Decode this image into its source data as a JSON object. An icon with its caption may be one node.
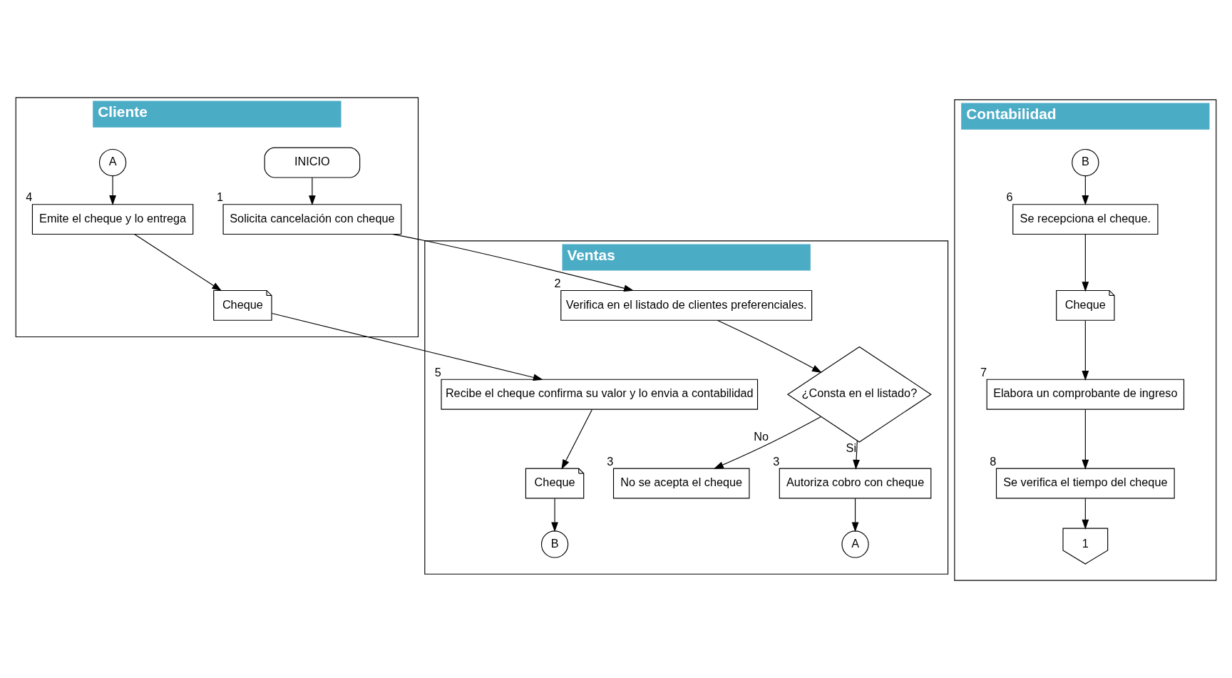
{
  "diagram": {
    "nodes": [
      {
        "text": [
          "Cliente"
        ]
      },
      {
        "text": [
          "Ventas"
        ]
      },
      {
        "text": [
          "Contabilidad"
        ]
      },
      {
        "text": [
          "INICIO"
        ],
        "in": 0
      },
      {
        "text": [
          "Solicita cancelación con cheque"
        ],
        "in": 0,
        "beside": [
          "1"
        ]
      },
      {
        "text": [
          "A"
        ],
        "in": 0
      },
      {
        "text": [
          "Emite el cheque y lo entrega"
        ],
        "in": 0,
        "beside": [
          "4"
        ]
      },
      {
        "text": [
          "Cheque"
        ],
        "in": 0
      },
      {
        "text": [
          "Verifica en el listado de clientes preferenciales."
        ],
        "in": 1,
        "beside": [
          "2"
        ]
      },
      {
        "text": [
          "¿Consta en el listado?"
        ],
        "in": 1
      },
      {
        "text": [
          "No se acepta el cheque"
        ],
        "in": 1,
        "beside": [
          "3"
        ]
      },
      {
        "text": [
          "Autoriza cobro con cheque"
        ],
        "in": 1,
        "beside": [
          "3"
        ]
      },
      {
        "text": [
          "A"
        ],
        "in": 1
      },
      {
        "text": [
          "Recibe el cheque confirma su valor y lo envia a contabilidad"
        ],
        "in": 1,
        "beside": [
          "5"
        ]
      },
      {
        "text": [
          "Cheque"
        ],
        "in": 1
      },
      {
        "text": [
          "B"
        ],
        "in": 1
      },
      {
        "text": [
          "B"
        ],
        "in": 2
      },
      {
        "text": [
          "Se recepciona el cheque."
        ],
        "in": 2,
        "beside": [
          "6"
        ]
      },
      {
        "text": [
          "Cheque"
        ],
        "in": 2
      },
      {
        "text": [
          "Elabora un comprobante de ingreso"
        ],
        "in": 2,
        "beside": [
          "7"
        ]
      },
      {
        "text": [
          "Se verifica el tiempo del cheque"
        ],
        "in": 2,
        "beside": [
          "8"
        ]
      },
      {
        "text": [
          "1"
        ],
        "in": 2
      }
    ],
    "edges": [
      {
        "from": 3,
        "to": 4,
        "arrow": "to"
      },
      {
        "from": 4,
        "to": 8,
        "arrow": "to"
      },
      {
        "from": 8,
        "to": 9,
        "arrow": "to"
      },
      {
        "from": 9,
        "to": 10,
        "arrow": "to",
        "label": "No"
      },
      {
        "from": 9,
        "to": 11,
        "arrow": "to",
        "label": "Si"
      },
      {
        "from": 11,
        "to": 12,
        "arrow": "to"
      },
      {
        "from": 5,
        "to": 6,
        "arrow": "to"
      },
      {
        "from": 6,
        "to": 7,
        "arrow": "to"
      },
      {
        "from": 7,
        "to": 13,
        "arrow": "to"
      },
      {
        "from": 13,
        "to": 14,
        "arrow": "to"
      },
      {
        "from": 14,
        "to": 15,
        "arrow": "to"
      },
      {
        "from": 16,
        "to": 17,
        "arrow": "to"
      },
      {
        "from": 17,
        "to": 18,
        "arrow": "to"
      },
      {
        "from": 18,
        "to": 19,
        "arrow": "to"
      },
      {
        "from": 19,
        "to": 20,
        "arrow": "to"
      },
      {
        "from": 20,
        "to": 21,
        "arrow": "to"
      }
    ]
  }
}
